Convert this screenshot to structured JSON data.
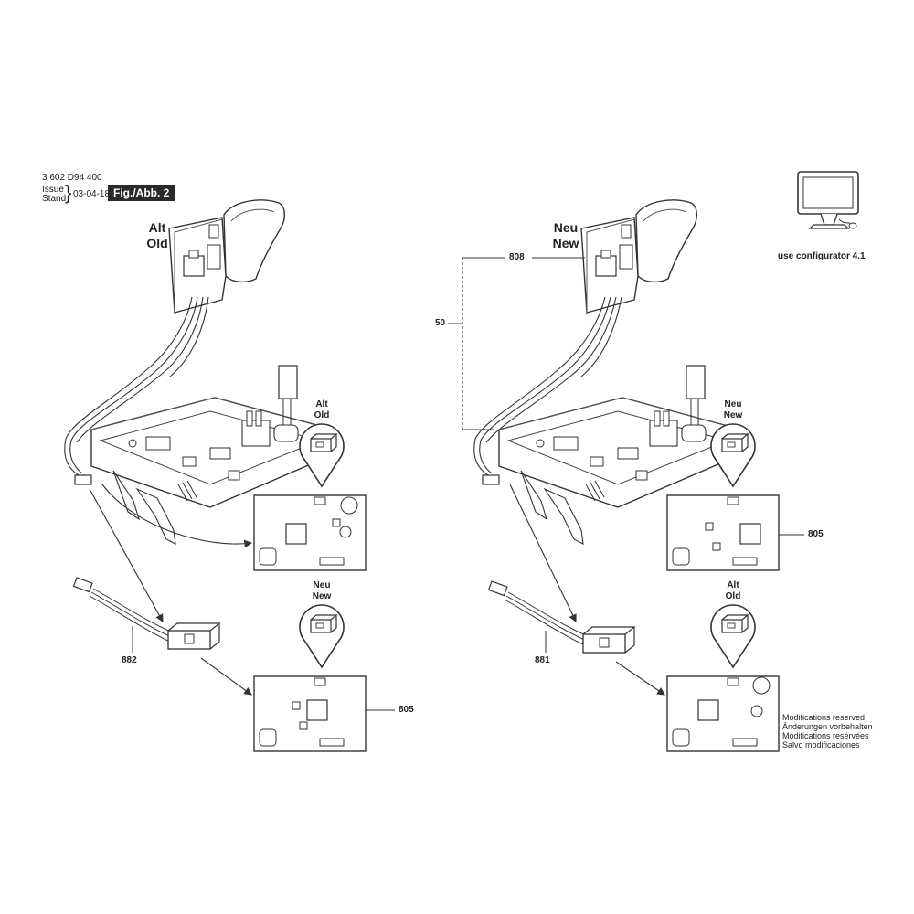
{
  "header": {
    "part_number": "3 602 D94 400",
    "issue_label": "Issue",
    "stand_label": "Stand",
    "issue_date": "03-04-18",
    "figure_label": "Fig./Abb. 2"
  },
  "left": {
    "title_de": "Alt",
    "title_en": "Old",
    "zoom_top_de": "Alt",
    "zoom_top_en": "Old",
    "zoom_bottom_de": "Neu",
    "zoom_bottom_en": "New",
    "cable_ref": "882",
    "board_ref": "805"
  },
  "right": {
    "title_de": "Neu",
    "title_en": "New",
    "switch_ref": "808",
    "bracket_ref": "50",
    "zoom_top_de": "Neu",
    "zoom_top_en": "New",
    "zoom_bottom_de": "Alt",
    "zoom_bottom_en": "Old",
    "cable_ref": "881",
    "board_ref": "805"
  },
  "configurator": {
    "icon": "monitor-icon",
    "label": "use configurator 4.1"
  },
  "notice": [
    "Modifications reserved",
    "Änderungen vorbehalten",
    "Modifications resérvées",
    "Salvo modificaciones"
  ]
}
